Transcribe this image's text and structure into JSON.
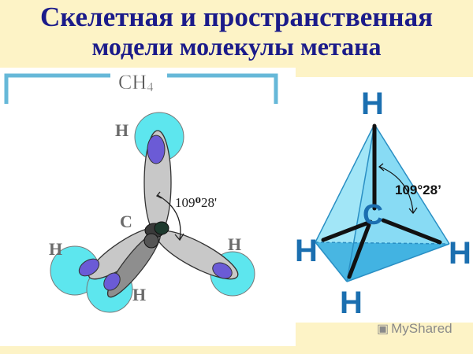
{
  "title": {
    "line1": "Скелетная и пространственная",
    "line2": "модели молекулы метана"
  },
  "skeletal_model": {
    "formula_main": "CH",
    "formula_sub": "4",
    "center_atom": "C",
    "atoms": [
      "H",
      "H",
      "H",
      "H"
    ],
    "angle_deg": "109",
    "angle_sup": "o",
    "angle_min": "28'",
    "colors": {
      "orbital": "#c8c8c8",
      "hydrogen": "#5de6ee",
      "overlap": "#6b5bd6"
    }
  },
  "spatial_model": {
    "center_atom": "C",
    "atoms": [
      "H",
      "H",
      "H",
      "H"
    ],
    "angle_label": "109°28’",
    "colors": {
      "face": "#56c7ee",
      "edge": "#2a8fc4",
      "label": "#1b6fb0"
    }
  },
  "watermark": "MyShared"
}
